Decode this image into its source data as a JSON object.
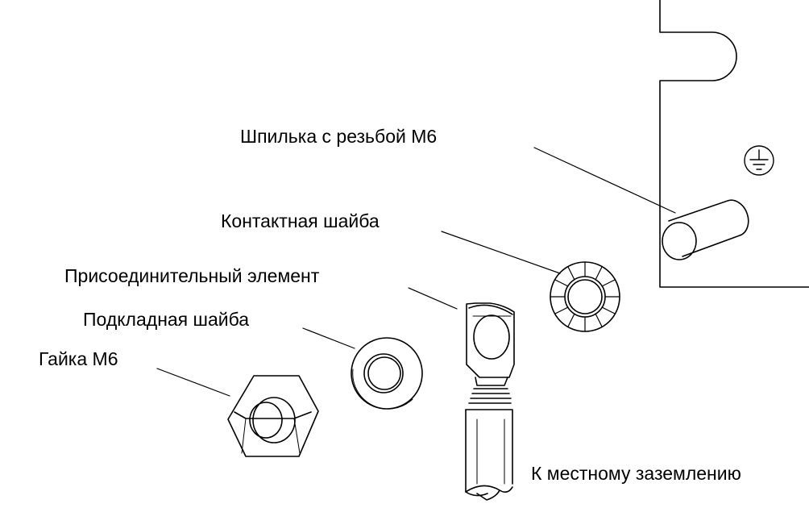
{
  "labels": {
    "stud": "Шпилька с резьбой М6",
    "contact_washer": "Контактная шайба",
    "connector": "Присоединительный элемент",
    "flat_washer": "Подкладная шайба",
    "nut": "Гайка М6",
    "ground": "К местному заземлению"
  },
  "icons": {
    "ground_symbol": "ground-icon"
  }
}
